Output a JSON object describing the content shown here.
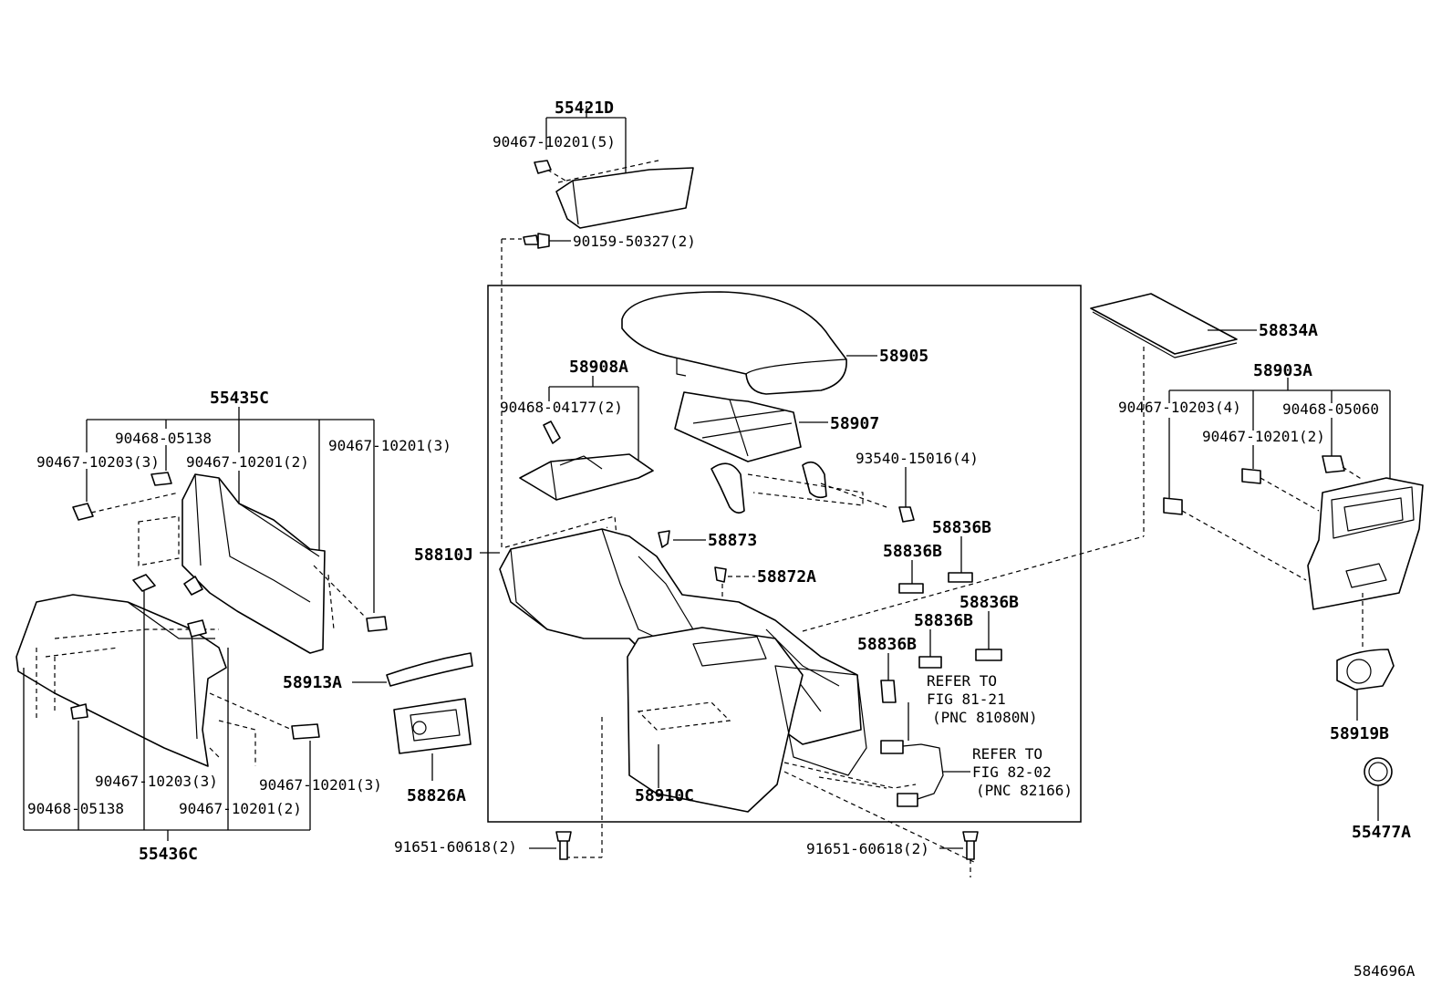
{
  "labels": {
    "p55421D": "55421D",
    "p90467_10201_5": "90467-10201(5)",
    "p90159_50327_2": "90159-50327(2)",
    "p58905": "58905",
    "p58908A": "58908A",
    "p90468_04177_2": "90468-04177(2)",
    "p58907": "58907",
    "p93540_15016_4": "93540-15016(4)",
    "p58873": "58873",
    "p58872A": "58872A",
    "p58810J": "58810J",
    "p58836B_1": "58836B",
    "p58836B_2": "58836B",
    "p58836B_3": "58836B",
    "p58836B_4": "58836B",
    "p58836B_5": "58836B",
    "refer1_l1": "REFER TO",
    "refer1_l2": "FIG 81-21",
    "refer1_l3": "(PNC 81080N)",
    "refer2_l1": "REFER TO",
    "refer2_l2": "FIG 82-02",
    "refer2_l3": "(PNC 82166)",
    "p58910C": "58910C",
    "p91651_60618_2_a": "91651-60618(2)",
    "p91651_60618_2_b": "91651-60618(2)",
    "p58834A": "58834A",
    "p58903A": "58903A",
    "p90467_10203_4": "90467-10203(4)",
    "p90468_05060": "90468-05060",
    "p90467_10201_2_r": "90467-10201(2)",
    "p58919B": "58919B",
    "p55477A": "55477A",
    "p55435C": "55435C",
    "p90468_05138_top": "90468-05138",
    "p90467_10203_3_top": "90467-10203(3)",
    "p90467_10201_2_top": "90467-10201(2)",
    "p90467_10201_3_top": "90467-10201(3)",
    "p58913A": "58913A",
    "p58826A": "58826A",
    "p90467_10203_3_bot": "90467-10203(3)",
    "p90467_10201_3_bot": "90467-10201(3)",
    "p90468_05138_bot": "90468-05138",
    "p90467_10201_2_bot": "90467-10201(2)",
    "p55436C": "55436C",
    "figure_id": "584696A"
  }
}
